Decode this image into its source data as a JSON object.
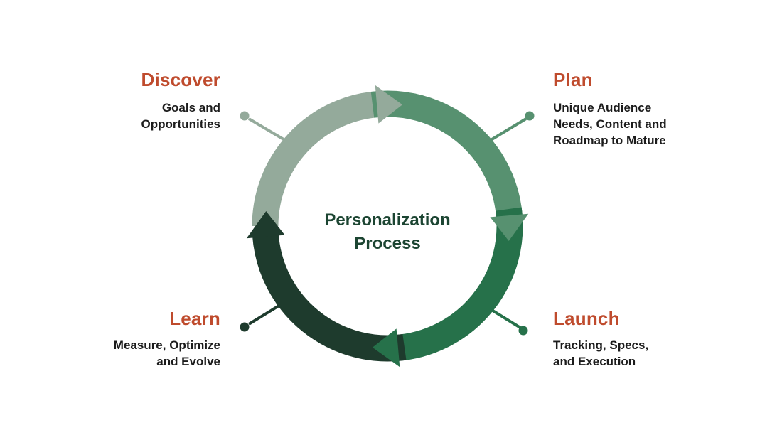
{
  "diagram": {
    "title": "Personalization\nProcess",
    "type": "circular-process-cycle",
    "background_color": "#FFFFFF",
    "title_color": "#1C4532",
    "heading_color": "#BF4B2D",
    "description_color": "#1C1C1C"
  },
  "stages": [
    {
      "label": "Discover",
      "description": "Goals and\nOpportunities",
      "color": "#94AA9B",
      "position": "top-left"
    },
    {
      "label": "Plan",
      "description": "Unique Audience\nNeeds, Content and\nRoadmap to Mature",
      "color": "#579170",
      "position": "top-right"
    },
    {
      "label": "Launch",
      "description": "Tracking, Specs,\nand Execution",
      "color": "#26714A",
      "position": "bottom-right"
    },
    {
      "label": "Learn",
      "description": "Measure, Optimize\nand Evolve",
      "color": "#1E3B2D",
      "position": "bottom-left"
    }
  ]
}
